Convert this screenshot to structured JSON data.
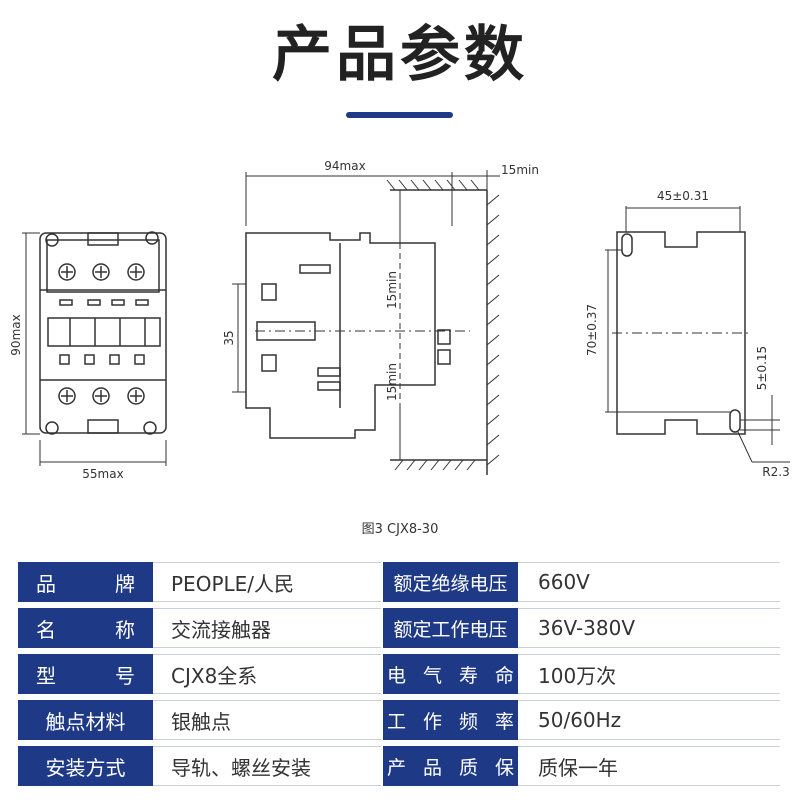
{
  "header": {
    "title": "产品参数"
  },
  "diagram": {
    "dims": {
      "front_height": "90max",
      "front_width": "55max",
      "side_width": "94max",
      "side_clear": "15min",
      "side_35": "35",
      "side_up": "15min",
      "side_down": "15min",
      "hole_w": "45±0.31",
      "hole_h": "70±0.37",
      "hole_5": "5±0.15",
      "hole_r": "R2.3"
    },
    "caption": "图3   CJX8-30"
  },
  "specs": [
    {
      "left_label": [
        "品",
        "牌"
      ],
      "left_value": "PEOPLE/人民",
      "right_label": [
        "额定绝缘电压"
      ],
      "right_value": "660V"
    },
    {
      "left_label": [
        "名",
        "称"
      ],
      "left_value": "交流接触器",
      "right_label": [
        "额定工作电压"
      ],
      "right_value": "36V-380V"
    },
    {
      "left_label": [
        "型",
        "号"
      ],
      "left_value": "CJX8全系",
      "right_label": [
        "电",
        "气",
        "寿",
        "命"
      ],
      "right_value": "100万次"
    },
    {
      "left_label": [
        "触点材料"
      ],
      "left_value": "银触点",
      "right_label": [
        "工",
        "作",
        "频",
        "率"
      ],
      "right_value": "50/60Hz"
    },
    {
      "left_label": [
        "安装方式"
      ],
      "left_value": "导轨、螺丝安装",
      "right_label": [
        "产",
        "品",
        "质",
        "保"
      ],
      "right_value": "质保一年"
    }
  ],
  "colors": {
    "accent": "#1e3a86",
    "label_text": "#ffffff"
  }
}
